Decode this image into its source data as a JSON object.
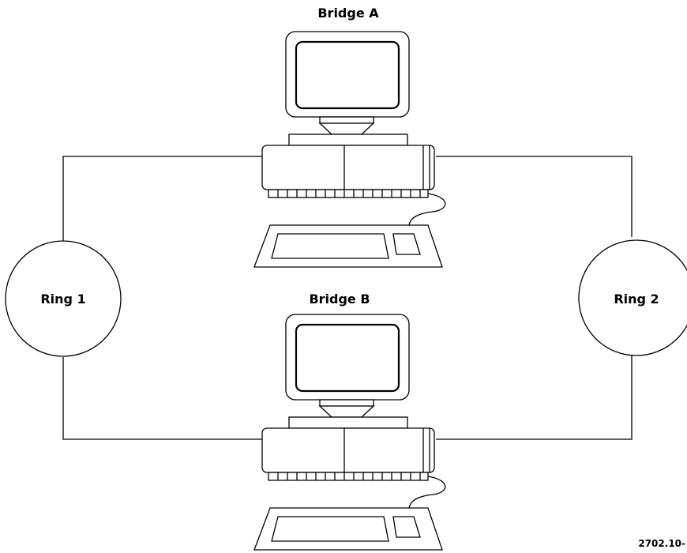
{
  "labels": {
    "bridge_a": "Bridge A",
    "bridge_b": "Bridge B",
    "ring_1": "Ring 1",
    "ring_2": "Ring 2",
    "figure_id": "2702.10-"
  },
  "icons": {
    "bridge_a": "computer-workstation-icon",
    "bridge_b": "computer-workstation-icon"
  },
  "colors": {
    "line": "#000000",
    "background": "#ffffff"
  }
}
